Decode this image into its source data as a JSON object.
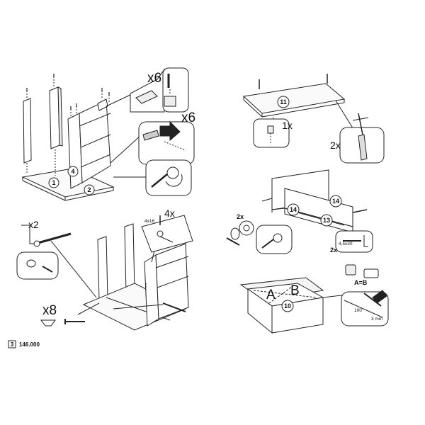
{
  "page": {
    "page_number": "3",
    "product_code": "146.000"
  },
  "step_top_left": {
    "qty_cams": "x6",
    "qty_dowels": "x6",
    "parts": [
      "1",
      "4",
      "2"
    ]
  },
  "step_bottom_left": {
    "qty_screws": "x2",
    "qty_nails": "x8",
    "qty_pins": "4x",
    "pin_size": "4x16"
  },
  "step_top_right": {
    "qty_fitting": "1x",
    "qty_dowels": "2x",
    "parts": [
      "11"
    ]
  },
  "step_mid_right": {
    "qty_cams": "2x",
    "qty_screws": "2x",
    "parts": [
      "14",
      "14",
      "13"
    ],
    "screw_size": "4,5x30"
  },
  "step_bottom_right": {
    "diag_a": "A",
    "diag_b": "B",
    "rule": "A=B",
    "parts": [
      "10"
    ],
    "dim_top": "100",
    "dim_side": "3 mm"
  }
}
